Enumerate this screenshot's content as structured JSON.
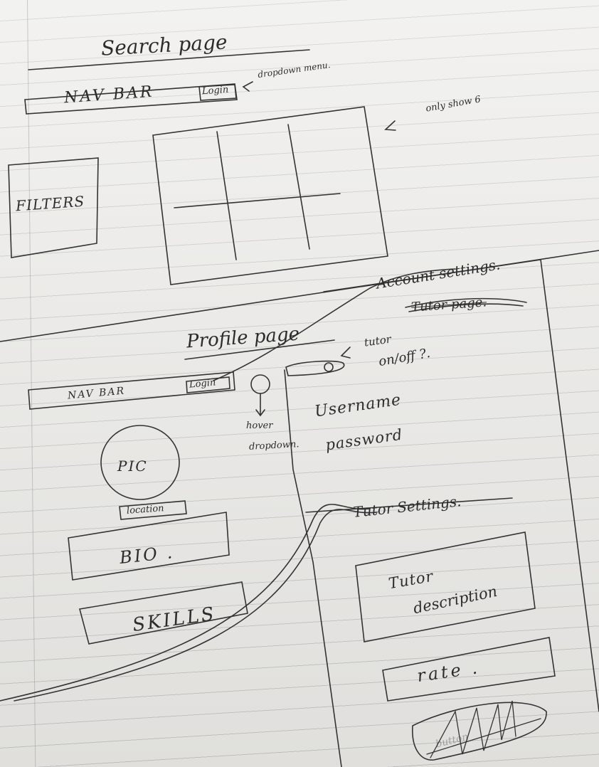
{
  "search_page": {
    "title": "Search page",
    "nav_bar": "NAV BAR",
    "login": "Login",
    "dropdown_note": "dropdown menu.",
    "filters": "FILTERS",
    "grid_note": "only show 6"
  },
  "profile_page": {
    "title": "Profile page",
    "nav_bar": "NAV BAR",
    "login": "Login",
    "hover_note_line1": "hover",
    "hover_note_line2": "dropdown.",
    "pic": "PIC",
    "location": "location",
    "bio": "BIO .",
    "skills": "SKILLS"
  },
  "account_settings": {
    "title": "Account settings.",
    "scratched_subtitle": "Tutor page.",
    "toggle_note_line1": "tutor",
    "toggle_note_line2": "on/off ?.",
    "username": "Username",
    "password": "password",
    "tutor_settings": "Tutor Settings.",
    "tutor_description_line1": "Tutor",
    "tutor_description_line2": "description",
    "rate": "rate .",
    "scribbled_button": "button"
  }
}
